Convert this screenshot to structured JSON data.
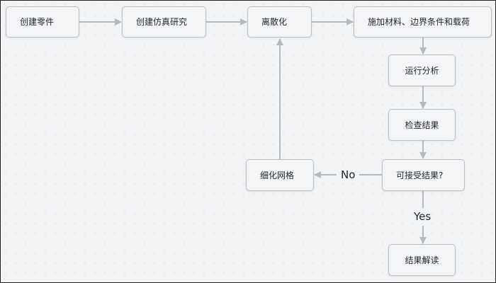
{
  "diagram": {
    "nodes": {
      "create_part": "创建零件",
      "create_study": "创建仿真研究",
      "discretize": "离散化",
      "apply_materials": "施加材料、边界条件和载荷",
      "run_analysis": "运行分析",
      "check_results": "检查结果",
      "acceptable": "可接受结果?",
      "refine_mesh": "细化网格",
      "interpret": "结果解读"
    },
    "edge_labels": {
      "no": "No",
      "yes": "Yes"
    }
  },
  "colors": {
    "background": "#f3f4f6",
    "node_fill": "#f4f5f7",
    "node_border": "#b9bdc4",
    "edge": "#b4b8be"
  }
}
